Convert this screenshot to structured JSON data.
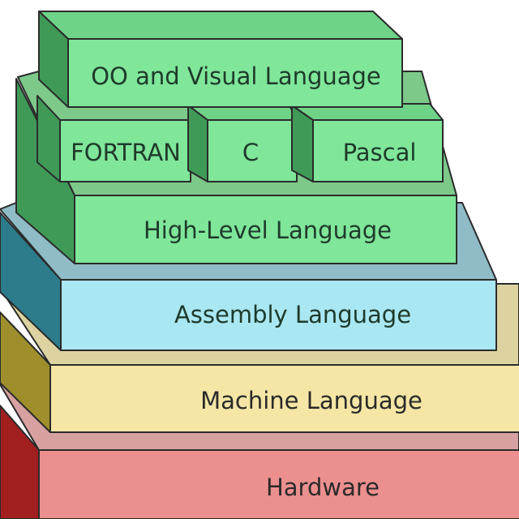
{
  "layers": [
    {
      "id": "oo",
      "label": "OO and Visual Language",
      "front": "#7fe69a",
      "top": "#6fd387",
      "side": "#3f9a58"
    },
    {
      "id": "fortran",
      "label": "FORTRAN",
      "front": "#7fe69a",
      "top": "#6fd387",
      "side": "#3f9a58"
    },
    {
      "id": "c",
      "label": "C",
      "front": "#7fe69a",
      "top": "#6fd387",
      "side": "#3f9a58"
    },
    {
      "id": "pascal",
      "label": "Pascal",
      "front": "#7fe69a",
      "top": "#6fd387",
      "side": "#3f9a58"
    },
    {
      "id": "high-level",
      "label": "High-Level Language",
      "front": "#7fe69a",
      "top": "#7cc98a",
      "side": "#3f9a58"
    },
    {
      "id": "assembly",
      "label": "Assembly Language",
      "front": "#a9e7f2",
      "top": "#8fbcc6",
      "side": "#2d7c8c"
    },
    {
      "id": "machine",
      "label": "Machine Language",
      "front": "#f5e6a5",
      "top": "#ddd3a1",
      "side": "#9e8f2c"
    },
    {
      "id": "hardware",
      "label": "Hardware",
      "front": "#ec8f8f",
      "top": "#d7a1a1",
      "side": "#a11f1f"
    }
  ]
}
